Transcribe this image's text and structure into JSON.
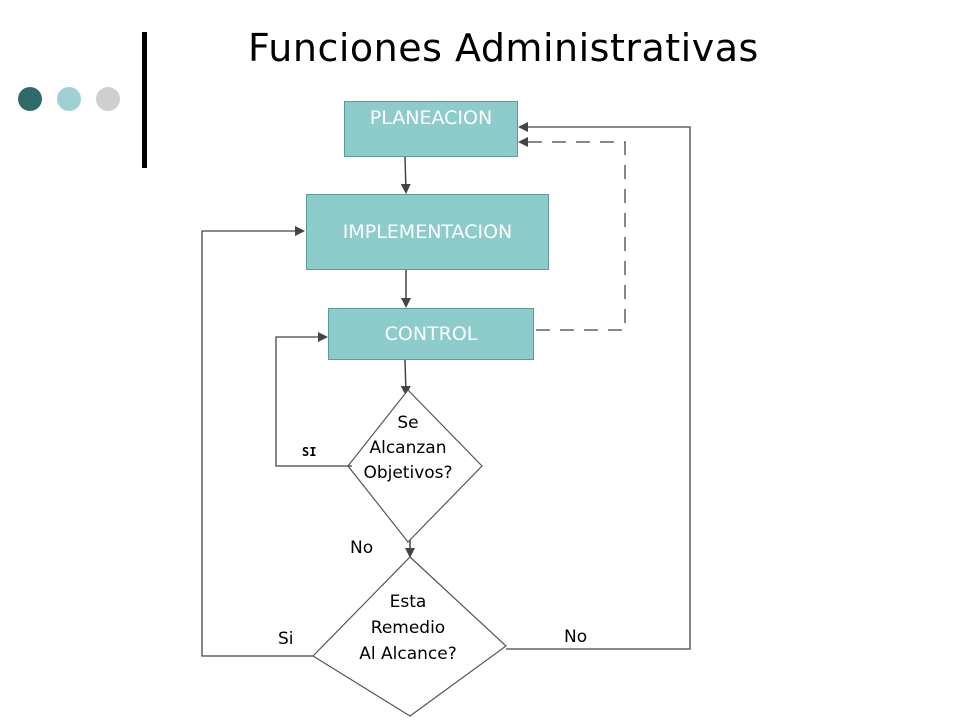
{
  "title": "Funciones  Administrativas",
  "colors": {
    "dot1": "#2f6a6a",
    "dot2": "#9ed0d4",
    "dot3": "#cfcfcf",
    "box_fill": "#8ecbcb"
  },
  "boxes": {
    "planeacion": "PLANEACION",
    "implementacion": "IMPLEMENTACION",
    "control": "CONTROL"
  },
  "decision1": {
    "line1": "Se",
    "line2": "Alcanzan",
    "line3": "Objetivos?"
  },
  "decision2": {
    "line1": "Esta",
    "line2": "Remedio",
    "line3": "Al Alcance?"
  },
  "labels": {
    "si_small": "SI",
    "no1": "No",
    "si2": "Si",
    "no2": "No"
  }
}
